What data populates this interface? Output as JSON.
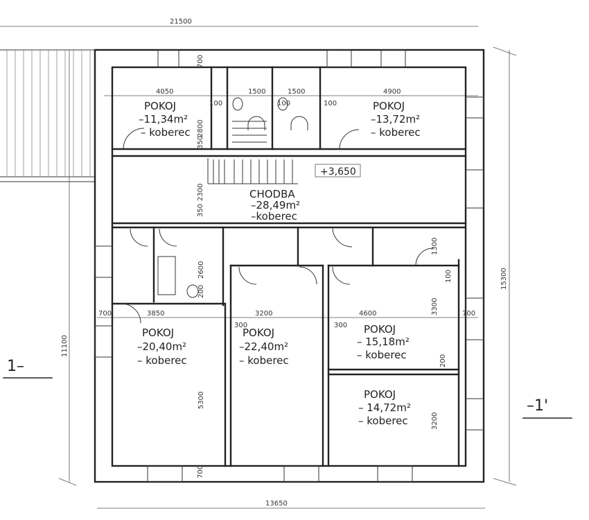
{
  "rooms": [
    {
      "name": "POKOJ",
      "area": "–11,34m²",
      "floor": "– koberec"
    },
    {
      "name": "POKOJ",
      "area": "–13,72m²",
      "floor": "– koberec"
    },
    {
      "name": "CHODBA",
      "area": "–28,49m²",
      "floor": "–koberec"
    },
    {
      "name": "POKOJ",
      "area": "–20,40m²",
      "floor": "– koberec"
    },
    {
      "name": "POKOJ",
      "area": "–22,40m²",
      "floor": "– koberec"
    },
    {
      "name": "POKOJ",
      "area": "– 15,18m²",
      "floor": "– koberec"
    },
    {
      "name": "POKOJ",
      "area": "– 14,72m²",
      "floor": "– koberec"
    }
  ],
  "level": "+3,650",
  "dimensions": {
    "overall_top": "21500",
    "overall_bottom": "13650",
    "overall_left": "11100",
    "overall_right": "15300",
    "top_left_room": "4050",
    "wc1": "1500",
    "wc2": "1500",
    "top_right_room": "4900",
    "wall100a": "100",
    "wall100b": "100",
    "wall100c": "100",
    "top_wall": "700",
    "top_room_depth": "2800",
    "wall350a": "350",
    "corridor": "2300",
    "wall350b": "350",
    "bath_depth": "2600",
    "wall200a": "200",
    "bl_room": "3850",
    "bm_room": "3200",
    "br_room": "4600",
    "wall300a": "300",
    "wall300b": "300",
    "left_wall": "700",
    "right_wall": "700",
    "bl_depth": "5300",
    "r_wc": "1300",
    "wall100d": "100",
    "br_depth": "3300",
    "wall200b": "200",
    "br2_depth": "3200",
    "bottom_wall": "700"
  },
  "sections": {
    "left": "1–",
    "right": "–1'"
  }
}
